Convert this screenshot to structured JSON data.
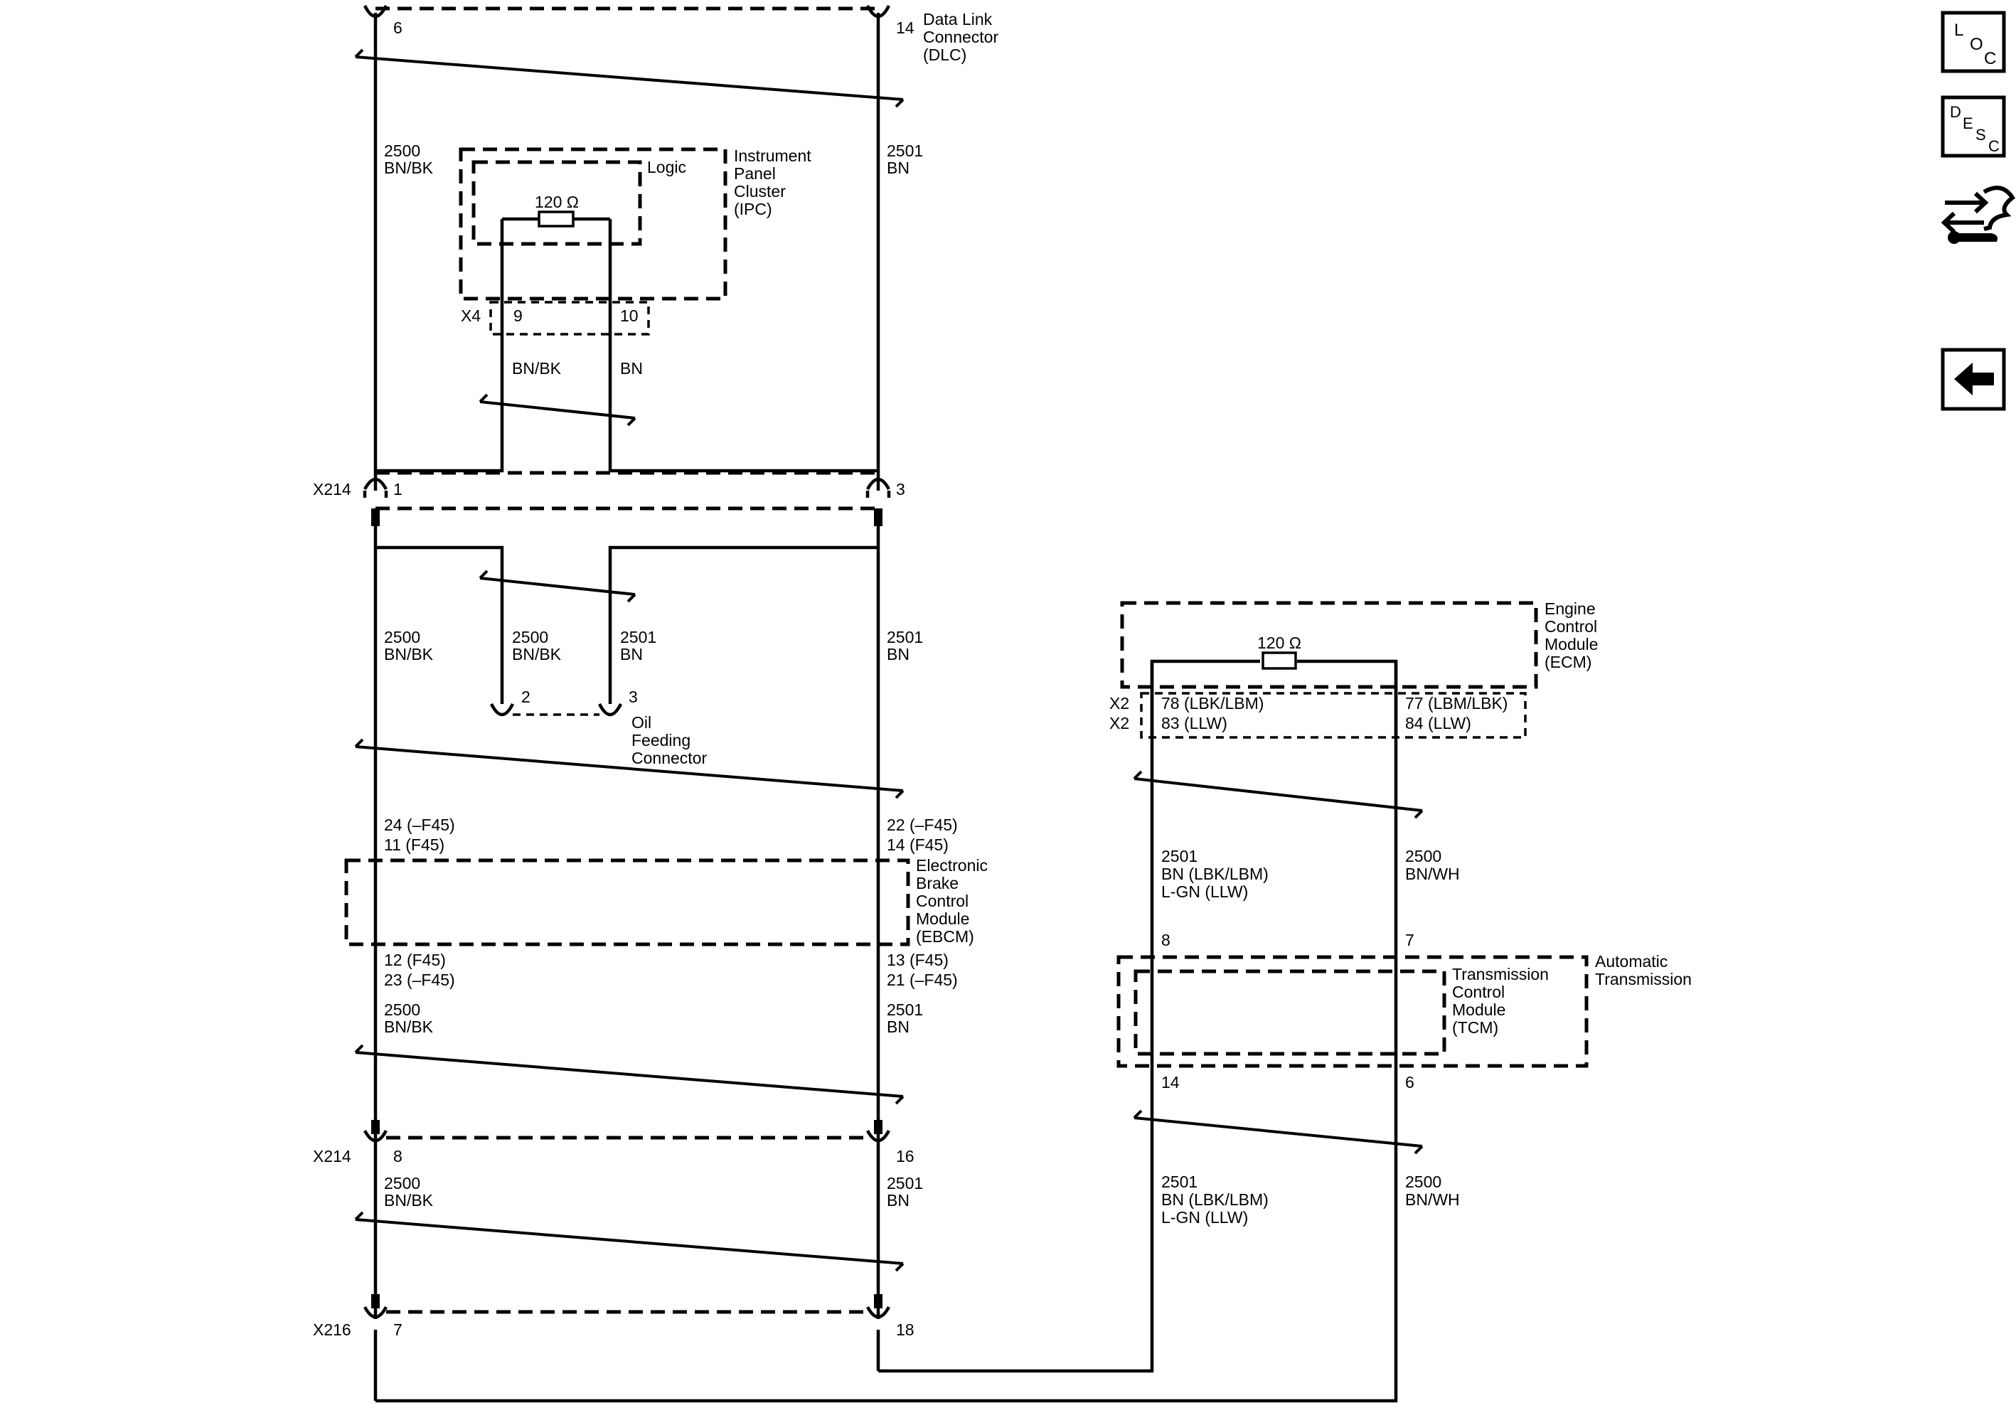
{
  "wires": {
    "w2500": "2500",
    "w2501": "2501",
    "bnbk": "BN/BK",
    "bn": "BN",
    "bnwh": "BN/WH",
    "bn_lbk": "BN (LBK/LBM)",
    "lgn_llw": "L-GN (LLW)"
  },
  "dlc": {
    "pin_left": "6",
    "pin_right": "14",
    "name_lines": [
      "Data Link",
      "Connector",
      "(DLC)"
    ]
  },
  "ipc": {
    "logic": "Logic",
    "resistor": "120 Ω",
    "name_lines": [
      "Instrument",
      "Panel",
      "Cluster",
      "(IPC)"
    ],
    "connector": "X4",
    "pin_a": "9",
    "pin_b": "10"
  },
  "x214_top": {
    "label": "X214",
    "pin_left": "1",
    "pin_right": "3"
  },
  "oil": {
    "pin_a": "2",
    "pin_b": "3",
    "name_lines": [
      "Oil",
      "Feeding",
      "Connector"
    ]
  },
  "ebcm": {
    "top_left_pins": [
      "24 (–F45)",
      "11 (F45)"
    ],
    "top_right_pins": [
      "22 (–F45)",
      "14 (F45)"
    ],
    "bottom_left_pins": [
      "12 (F45)",
      "23 (–F45)"
    ],
    "bottom_right_pins": [
      "13 (F45)",
      "21 (–F45)"
    ],
    "name_lines": [
      "Electronic",
      "Brake",
      "Control",
      "Module",
      "(EBCM)"
    ]
  },
  "x214_bottom": {
    "label": "X214",
    "pin_left": "8",
    "pin_right": "16"
  },
  "x216": {
    "label": "X216",
    "pin_left": "7",
    "pin_right": "18"
  },
  "ecm": {
    "resistor": "120 Ω",
    "name_lines": [
      "Engine",
      "Control",
      "Module",
      "(ECM)"
    ],
    "connector_a": "X2",
    "connector_b": "X2",
    "left_pins": [
      "78 (LBK/LBM)",
      "83 (LLW)"
    ],
    "right_pins": [
      "77 (LBM/LBK)",
      "84 (LLW)"
    ]
  },
  "tcm": {
    "pin_top_left": "8",
    "pin_top_right": "7",
    "pin_bottom_left": "14",
    "pin_bottom_right": "6",
    "name_lines": [
      "Transmission",
      "Control",
      "Module",
      "(TCM)"
    ],
    "auto_lines": [
      "Automatic",
      "Transmission"
    ]
  },
  "side_icons": {
    "loc": [
      "L",
      "O",
      "C"
    ],
    "desc": [
      "D",
      "E",
      "S",
      "C"
    ],
    "hand_icon": "connector-hand-icon",
    "back_icon": "back-arrow-icon"
  }
}
